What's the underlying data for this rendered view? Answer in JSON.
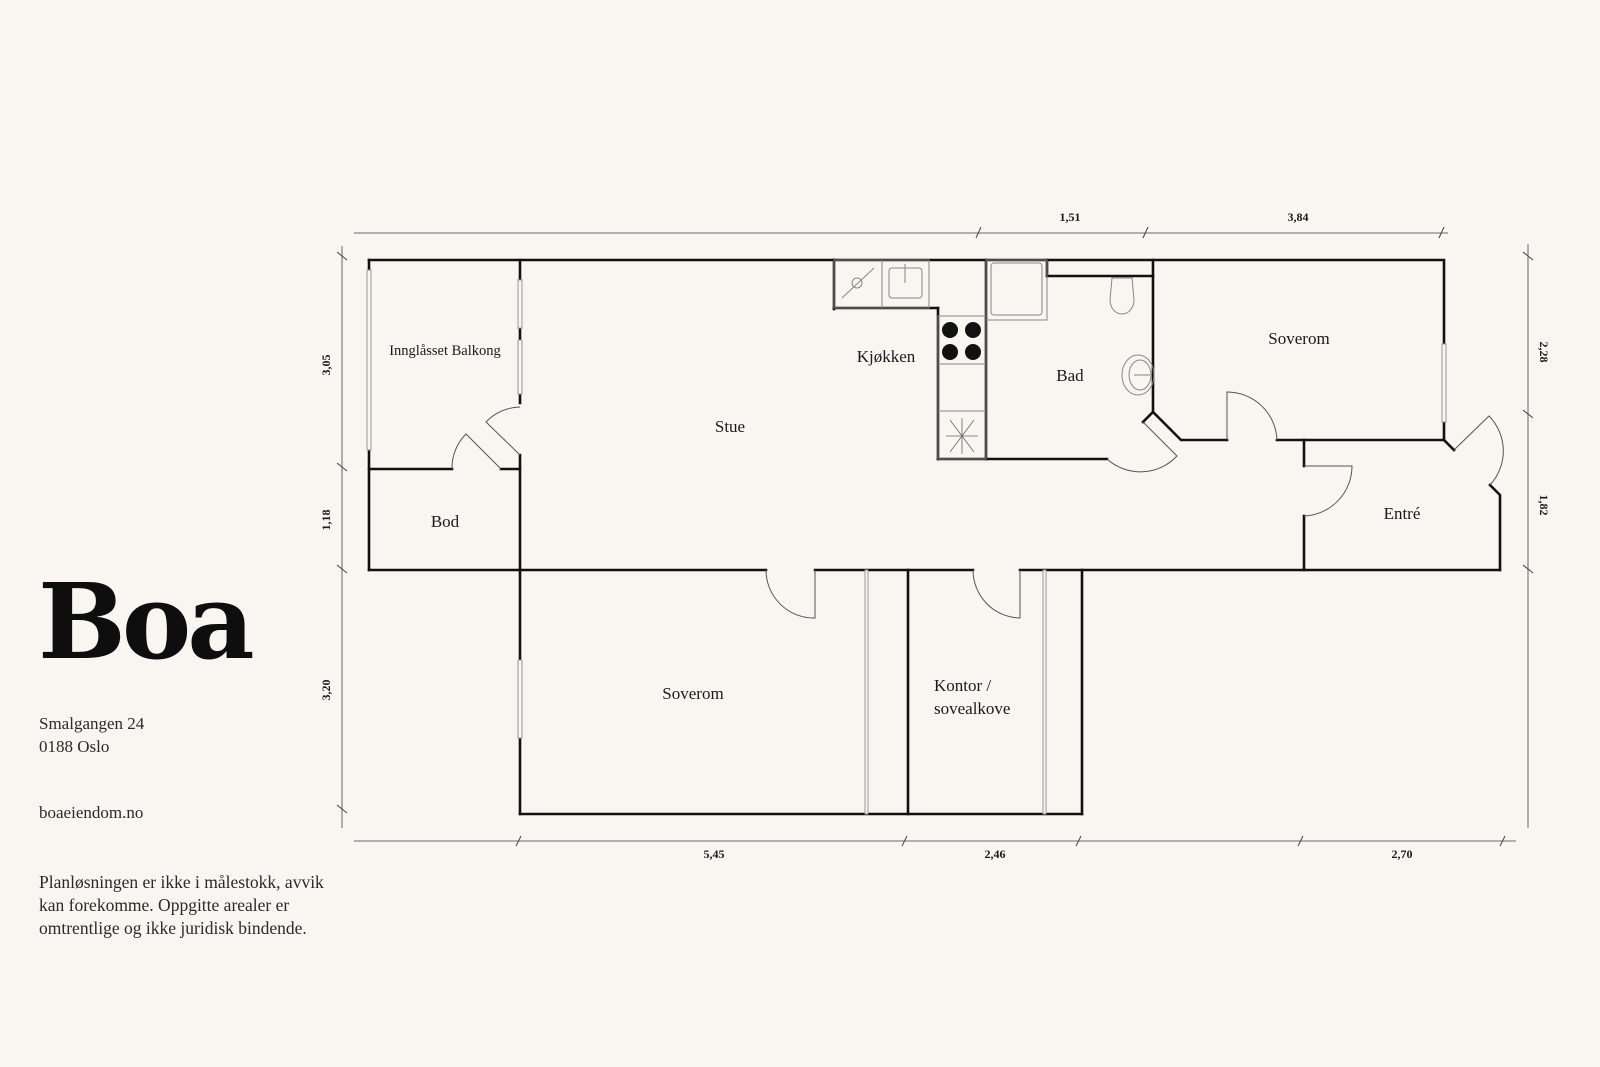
{
  "brand": {
    "name": "Boa"
  },
  "address": {
    "street": "Smalgangen 24",
    "city": "0188 Oslo"
  },
  "website": "boaeiendom.no",
  "disclaimer": "Planløsningen er ikke i målestokk, avvik kan forekomme. Oppgitte arealer er omtrentlige og ikke juridisk bindende.",
  "rooms": {
    "balcony": "Innglåsset Balkong",
    "storage": "Bod",
    "living": "Stue",
    "kitchen": "Kjøkken",
    "bath": "Bad",
    "bedroom_top": "Soverom",
    "entry": "Entré",
    "bedroom_bottom": "Soverom",
    "office_line1": "Kontor /",
    "office_line2": "sovealkove"
  },
  "dimensions": {
    "top": [
      "1,51",
      "3,84"
    ],
    "left": [
      "3,05",
      "1,18",
      "3,20"
    ],
    "right": [
      "2,28",
      "1,82"
    ],
    "bottom": [
      "5,45",
      "2,46",
      "2,70"
    ]
  },
  "colors": {
    "background": "#f9f5f1",
    "wall": "#111111",
    "dimension_line": "#888888"
  }
}
